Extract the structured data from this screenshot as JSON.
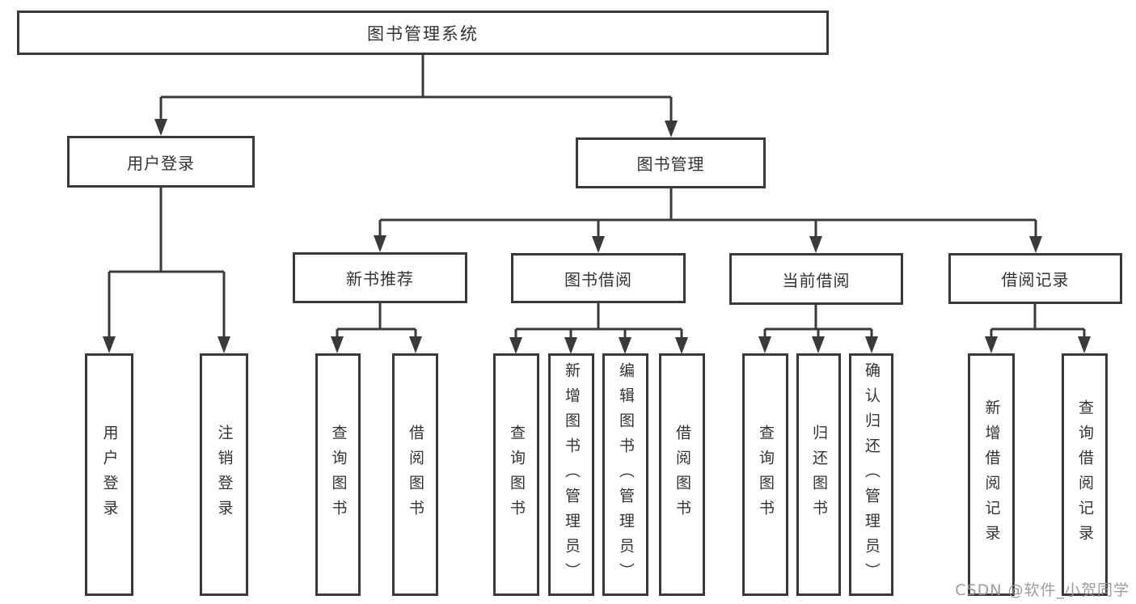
{
  "nodes": {
    "root": "图书管理系统",
    "user_login_group": "用户登录",
    "book_mgmt_group": "图书管理",
    "new_book_rec": "新书推荐",
    "book_borrow": "图书借阅",
    "current_borrow": "当前借阅",
    "borrow_record": "借阅记录",
    "leaf_user_login": "用户登录",
    "leaf_logout": "注销登录",
    "leaf_query_book_rec": "查询图书",
    "leaf_borrow_book_rec": "借阅图书",
    "leaf_query_book_borrow": "查询图书",
    "leaf_add_book_admin": "新增图书（管理员）",
    "leaf_edit_book_admin": "编辑图书（管理员）",
    "leaf_borrow_book_borrow": "借阅图书",
    "leaf_query_book_current": "查询图书",
    "leaf_return_book": "归还图书",
    "leaf_confirm_return_admin": "确认归还（管理员）",
    "leaf_add_borrow_record": "新增借阅记录",
    "leaf_query_borrow_record": "查询借阅记录"
  },
  "watermark": "CSDN @软件_小贺同学",
  "colors": {
    "line": "#3a3a3a",
    "box_border": "#3a3a3a",
    "text": "#333333",
    "background": "#ffffff",
    "watermark": "#949494"
  }
}
